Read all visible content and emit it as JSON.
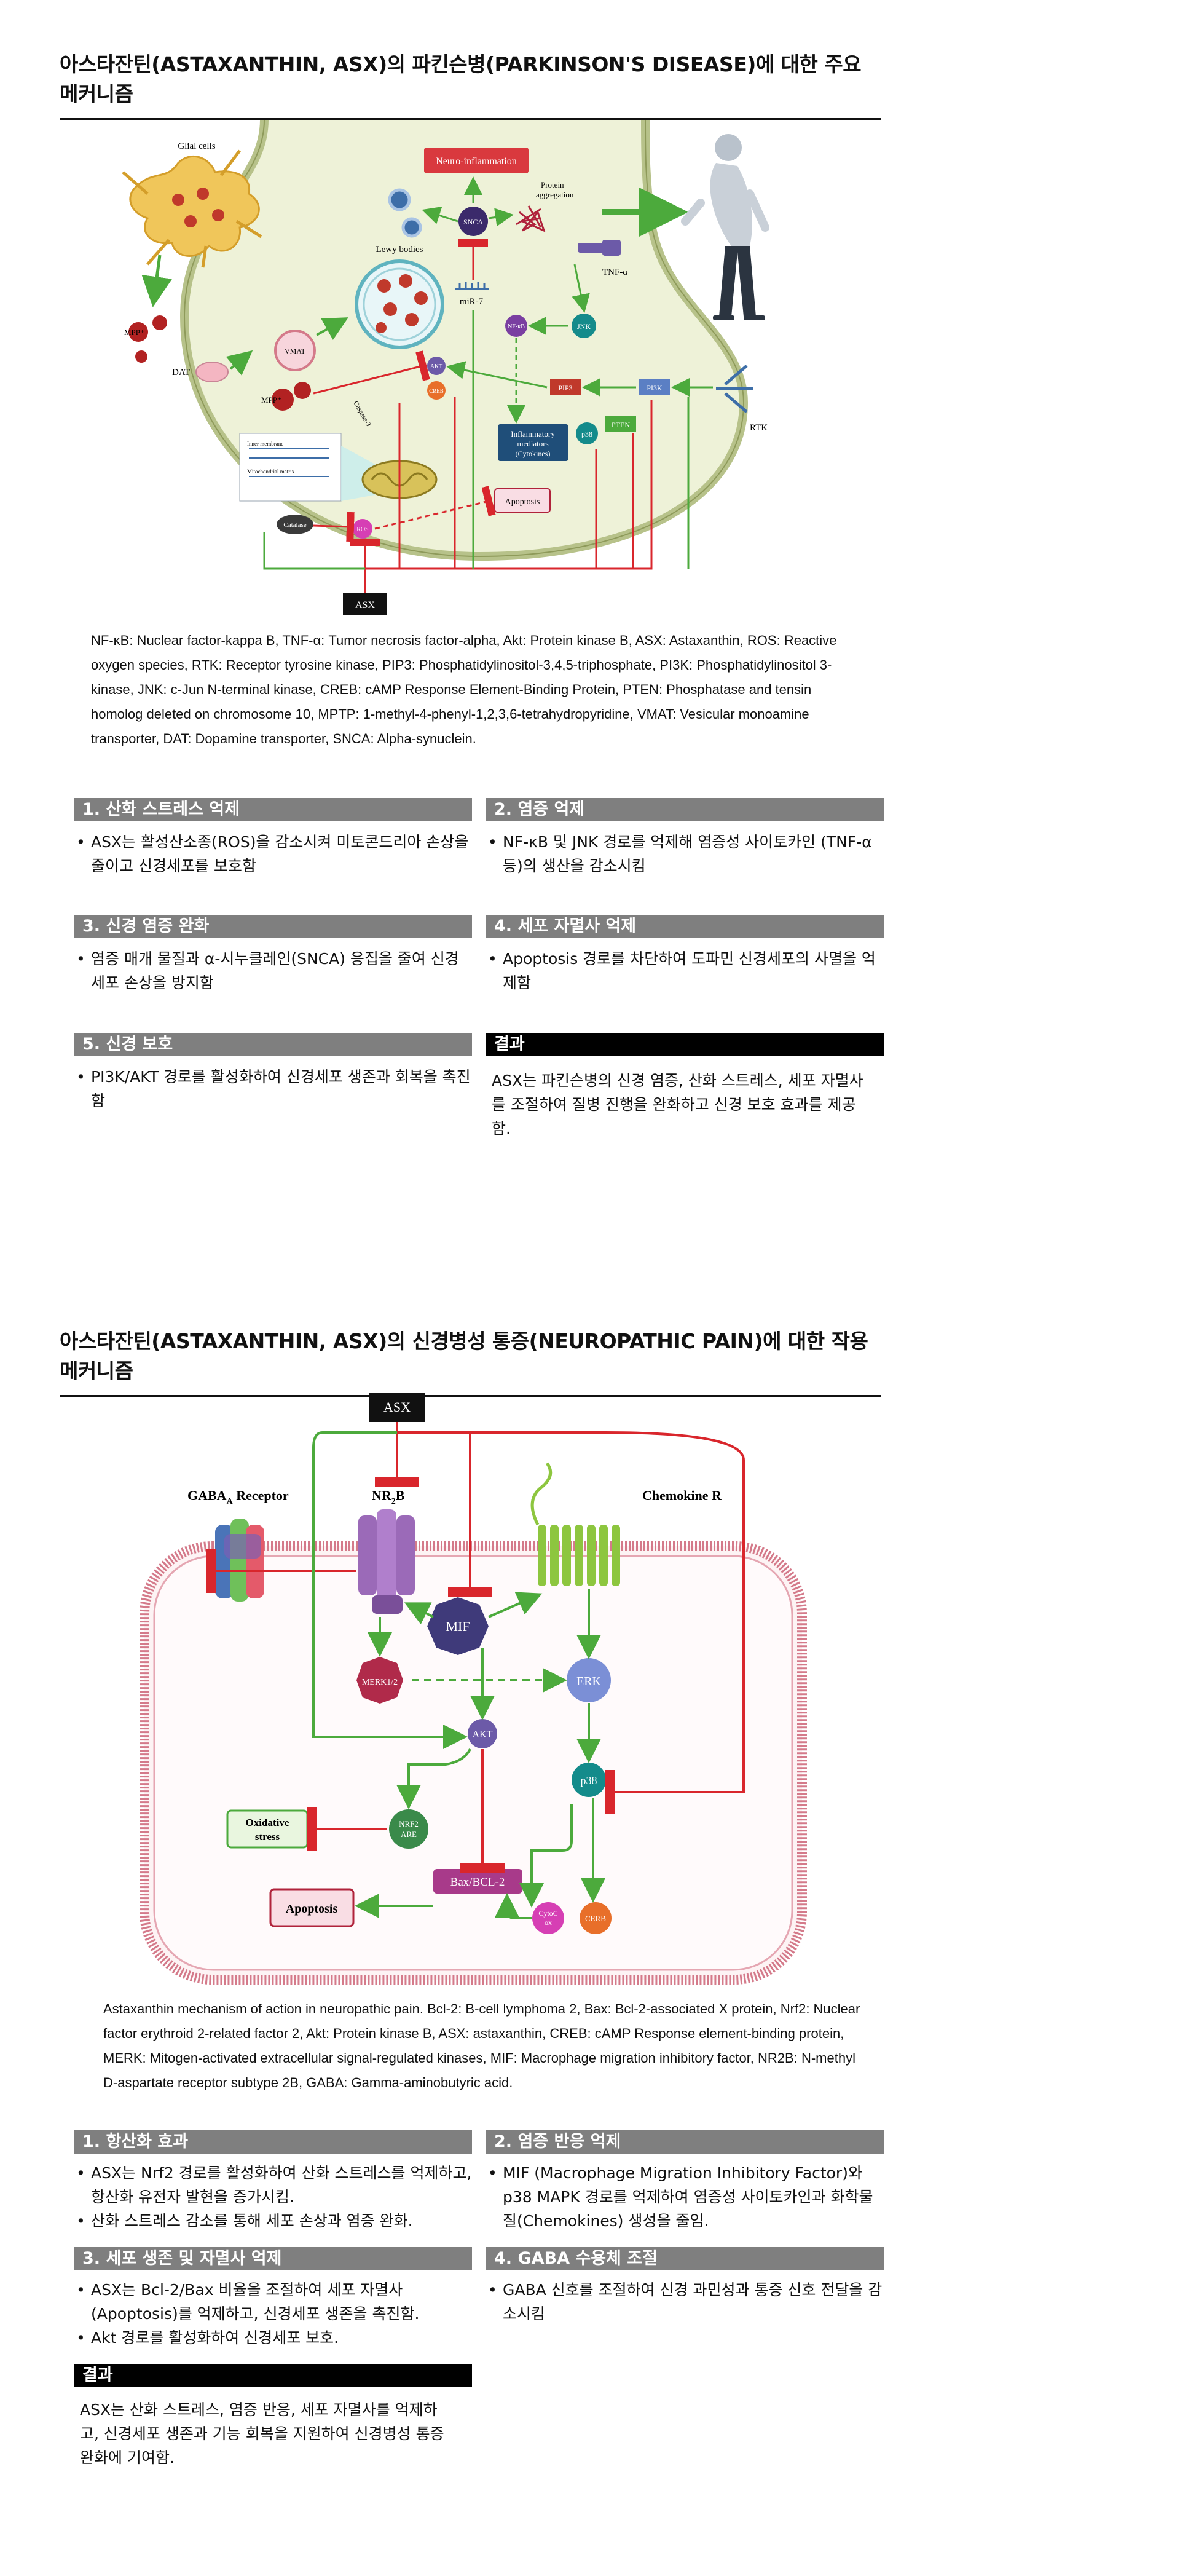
{
  "section1": {
    "title": "아스타잔틴(ASTAXANTHIN, ASX)의 파킨슨병(PARKINSON'S DISEASE)에 대한 주요 메커니즘",
    "diagram": {
      "glial_cells": "Glial cells",
      "neuro_inflammation": "Neuro-inflammation",
      "protein_aggregation_1": "Protein",
      "protein_aggregation_2": "aggregation",
      "snca": "SNCA",
      "lewy_bodies": "Lewy bodies",
      "mir7": "miR-7",
      "tnfa": "TNF-α",
      "nfkb": "NF-κB",
      "jnk": "JNK",
      "mpp": "MPP⁺",
      "dat": "DAT",
      "vmat": "VMAT",
      "akt": "AKT",
      "creb": "CREB",
      "pip3": "PIP3",
      "pi3k": "PI3K",
      "rtk": "RTK",
      "pten": "PTEN",
      "p38": "p38",
      "inflammatory_1": "Inflammatory",
      "inflammatory_2": "mediators",
      "inflammatory_3": "(Cytokines)",
      "apoptosis": "Apoptosis",
      "catalase": "Catalase",
      "ros": "ROS",
      "asx": "ASX",
      "caspase": "Caspase-3",
      "inner_membrane": "Inner membrane",
      "mito_matrix": "Mitochondrial matrix"
    },
    "caption": "NF-κB: Nuclear factor-kappa B, TNF-α: Tumor necrosis factor-alpha, Akt: Protein kinase B, ASX: Astaxanthin, ROS: Reactive oxygen species, RTK: Receptor tyrosine kinase, PIP3: Phosphatidylinositol-3,4,5-triphosphate, PI3K: Phosphatidylinositol 3-kinase, JNK: c-Jun N-terminal kinase, CREB: cAMP Response Element-Binding Protein, PTEN: Phosphatase and tensin homolog deleted on chromosome 10, MPTP: 1-methyl-4-phenyl-1,2,3,6-tetrahydropyridine, VMAT: Vesicular monoamine transporter, DAT: Dopamine transporter, SNCA: Alpha-synuclein.",
    "boxes": [
      {
        "head": "1. 산화 스트레스 억제",
        "items": [
          "ASX는 활성산소종(ROS)을 감소시켜 미토콘드리아 손상을 줄이고 신경세포를 보호함"
        ]
      },
      {
        "head": "2. 염증 억제",
        "items": [
          "NF-κB 및 JNK 경로를 억제해 염증성 사이토카인 (TNF-α 등)의 생산을 감소시킴"
        ]
      },
      {
        "head": "3. 신경 염증 완화",
        "items": [
          "염증 매개 물질과 α-시누클레인(SNCA) 응집을 줄여 신경세포 손상을 방지함"
        ]
      },
      {
        "head": "4. 세포 자멸사 억제",
        "items": [
          "Apoptosis 경로를 차단하여 도파민 신경세포의 사멸을 억제함"
        ]
      },
      {
        "head": "5. 신경 보호",
        "items": [
          "PI3K/AKT 경로를 활성화하여 신경세포 생존과 회복을 촉진함"
        ]
      }
    ],
    "result_head": "결과",
    "result_text": "ASX는 파킨슨병의 신경 염증, 산화 스트레스, 세포 자멸사를 조절하여 질병 진행을 완화하고 신경 보호 효과를 제공함."
  },
  "section2": {
    "title": "아스타잔틴(ASTAXANTHIN, ASX)의 신경병성 통증(NEUROPATHIC PAIN)에 대한 작용 메커니즘",
    "diagram": {
      "asx": "ASX",
      "gaba_receptor": "GABA",
      "gaba_sub": "A",
      "gaba_suffix": " Receptor",
      "nr2b": "NR",
      "nr2b_sub": "2",
      "nr2b_suffix": "B",
      "chemokine": "Chemokine R",
      "mif": "MIF",
      "merk": "MERK1/2",
      "erk": "ERK",
      "akt": "AKT",
      "p38": "p38",
      "oxidative_1": "Oxidative",
      "oxidative_2": "stress",
      "nrf2_1": "NRF2",
      "nrf2_2": "ARE",
      "bax": "Bax/BCL-2",
      "apoptosis": "Apoptosis",
      "cytoc_1": "CytoC",
      "cytoc_2": "ox",
      "creb": "CERB"
    },
    "caption": "Astaxanthin mechanism of action in neuropathic pain. Bcl-2: B-cell lymphoma 2, Bax: Bcl-2-associated X protein, Nrf2: Nuclear factor erythroid 2-related factor 2, Akt: Protein kinase B, ASX: astaxanthin, CREB: cAMP Response element-binding protein, MERK: Mitogen-activated extracellular signal-regulated kinases, MIF: Macrophage migration inhibitory factor, NR2B: N-methyl D-aspartate receptor subtype 2B, GABA: Gamma-aminobutyric acid.",
    "boxes": [
      {
        "head": "1. 항산화 효과",
        "items": [
          "ASX는 Nrf2 경로를 활성화하여 산화 스트레스를 억제하고, 항산화 유전자 발현을 증가시킴.",
          "산화 스트레스 감소를 통해 세포 손상과 염증 완화."
        ]
      },
      {
        "head": "2. 염증 반응 억제",
        "items": [
          "MIF (Macrophage Migration Inhibitory Factor)와 p38 MAPK 경로를 억제하여 염증성 사이토카인과 화학물질(Chemokines) 생성을 줄임."
        ]
      },
      {
        "head": "3. 세포 생존 및 자멸사 억제",
        "items": [
          "ASX는 Bcl-2/Bax 비율을 조절하여 세포 자멸사 (Apoptosis)를 억제하고, 신경세포 생존을 촉진함.",
          "Akt 경로를 활성화하여 신경세포 보호."
        ]
      },
      {
        "head": "4. GABA 수용체 조절",
        "items": [
          "GABA 신호를 조절하여 신경 과민성과 통증 신호 전달을 감소시킴"
        ]
      }
    ],
    "result_head": "결과",
    "result_text": "ASX는 산화 스트레스, 염증 반응, 세포 자멸사를 억제하고, 신경세포 생존과 기능 회복을 지원하여 신경병성 통증 완화에 기여함."
  }
}
